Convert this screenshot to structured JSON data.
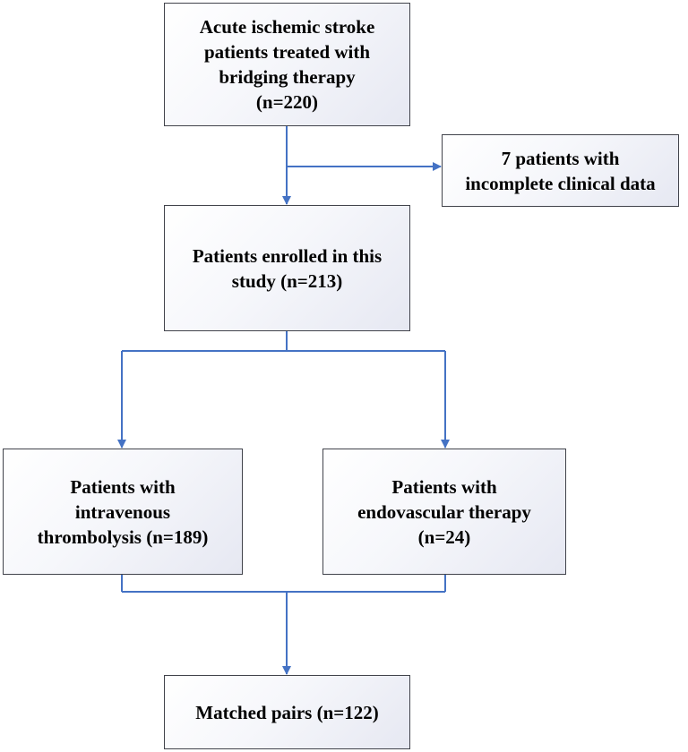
{
  "boxes": {
    "start": {
      "lines": [
        "Acute ischemic stroke",
        "patients treated with",
        "bridging therapy",
        "(n=220)"
      ]
    },
    "excluded": {
      "lines": [
        "7 patients with",
        "incomplete clinical data"
      ]
    },
    "enrolled": {
      "lines": [
        "Patients enrolled in this",
        "study (n=213)"
      ]
    },
    "intravenous": {
      "lines": [
        "Patients with",
        "intravenous",
        "thrombolysis (n=189)"
      ]
    },
    "endovascular": {
      "lines": [
        "Patients with",
        "endovascular therapy",
        "(n=24)"
      ]
    },
    "matched": {
      "lines": [
        "Matched pairs (n=122)"
      ]
    }
  },
  "colors": {
    "connector": "#4472c4",
    "box_border": "#41434b",
    "box_fill_light": "#ffffff",
    "box_fill_dark": "#e6e8f2"
  }
}
